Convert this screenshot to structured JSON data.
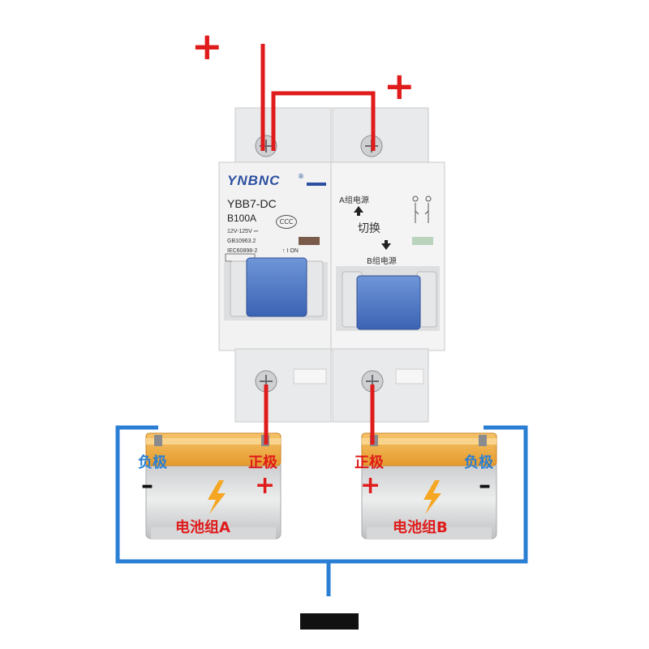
{
  "breaker": {
    "brand": "YNBNC",
    "registered_mark": "®",
    "model": "YBB7-DC",
    "rating": "B100A",
    "voltage": "12V-125V ⎓",
    "standard_gb": "GB10963.2",
    "standard_iec": "IEC60898-2",
    "on_label": "↑ I ON",
    "cert_mark": "CCC",
    "source_a": "A组电源",
    "switch_label": "切换",
    "source_b": "B组电源"
  },
  "wiring": {
    "top_left_sign": "+",
    "top_right_sign": "+",
    "positive_wire_color": "#e01b1b",
    "negative_wire_color": "#2a7fd4",
    "ground_bar_color": "#111111"
  },
  "battery_a": {
    "name": "电池组A",
    "negative_label": "负极",
    "positive_label": "正极",
    "negative_symbol": "–",
    "positive_symbol": "+",
    "icon": "lightning-icon"
  },
  "battery_b": {
    "name": "电池组B",
    "negative_label": "负极",
    "positive_label": "正极",
    "negative_symbol": "–",
    "positive_symbol": "+",
    "icon": "lightning-icon"
  }
}
